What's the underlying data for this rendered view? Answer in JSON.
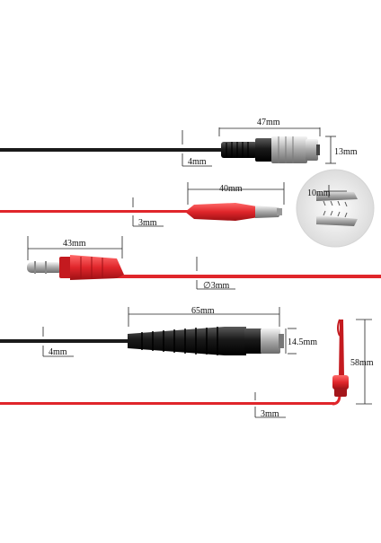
{
  "dimensions": {
    "bnc_length": "47mm",
    "bnc_height": "13mm",
    "black_cable_top": "4mm",
    "clip_length": "40mm",
    "red_cable_top": "3mm",
    "clip_jaw": "10mm",
    "banana_length": "43mm",
    "banana_cable": "∅3mm",
    "bnc2_length": "65mm",
    "bnc2_height": "14.5mm",
    "black_cable_bottom": "4mm",
    "hook_height": "58mm",
    "red_cable_bottom": "3mm"
  },
  "colors": {
    "red": "#e0262b",
    "red_dark": "#a3161b",
    "black": "#1a1a1a",
    "silver": "#c9c9c9",
    "line": "#222222"
  },
  "icons": [
    "bnc-connector",
    "alligator-clip",
    "banana-plug",
    "hook-clip"
  ]
}
